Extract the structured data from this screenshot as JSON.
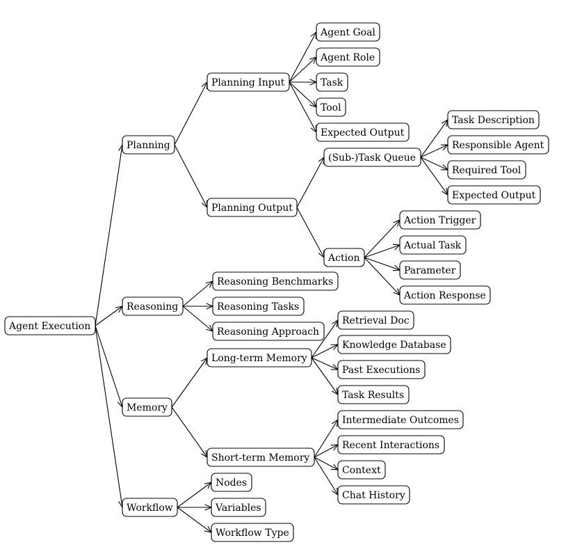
{
  "tree": {
    "label": "Agent Execution",
    "children": [
      {
        "label": "Planning",
        "children": [
          {
            "label": "Planning Input",
            "children": [
              {
                "label": "Agent Goal"
              },
              {
                "label": "Agent Role"
              },
              {
                "label": "Task"
              },
              {
                "label": "Tool"
              },
              {
                "label": "Expected Output"
              }
            ]
          },
          {
            "label": "Planning Output",
            "children": [
              {
                "label": "(Sub-)Task Queue",
                "children": [
                  {
                    "label": "Task Description"
                  },
                  {
                    "label": "Responsible Agent"
                  },
                  {
                    "label": "Required Tool"
                  },
                  {
                    "label": "Expected Output"
                  }
                ]
              },
              {
                "label": "Action",
                "children": [
                  {
                    "label": "Action Trigger"
                  },
                  {
                    "label": "Actual Task"
                  },
                  {
                    "label": "Parameter"
                  },
                  {
                    "label": "Action Response"
                  }
                ]
              }
            ]
          }
        ]
      },
      {
        "label": "Reasoning",
        "children": [
          {
            "label": "Reasoning Benchmarks"
          },
          {
            "label": "Reasoning Tasks"
          },
          {
            "label": "Reasoning Approach"
          }
        ]
      },
      {
        "label": "Memory",
        "children": [
          {
            "label": "Long-term Memory",
            "children": [
              {
                "label": "Retrieval Doc"
              },
              {
                "label": "Knowledge Database"
              },
              {
                "label": "Past Executions"
              },
              {
                "label": "Task Results"
              }
            ]
          },
          {
            "label": "Short-term Memory",
            "children": [
              {
                "label": "Intermediate Outcomes"
              },
              {
                "label": "Recent Interactions"
              },
              {
                "label": "Context"
              },
              {
                "label": "Chat History"
              }
            ]
          }
        ]
      },
      {
        "label": "Workflow",
        "children": [
          {
            "label": "Nodes"
          },
          {
            "label": "Variables"
          },
          {
            "label": "Workflow Type"
          }
        ]
      }
    ]
  }
}
